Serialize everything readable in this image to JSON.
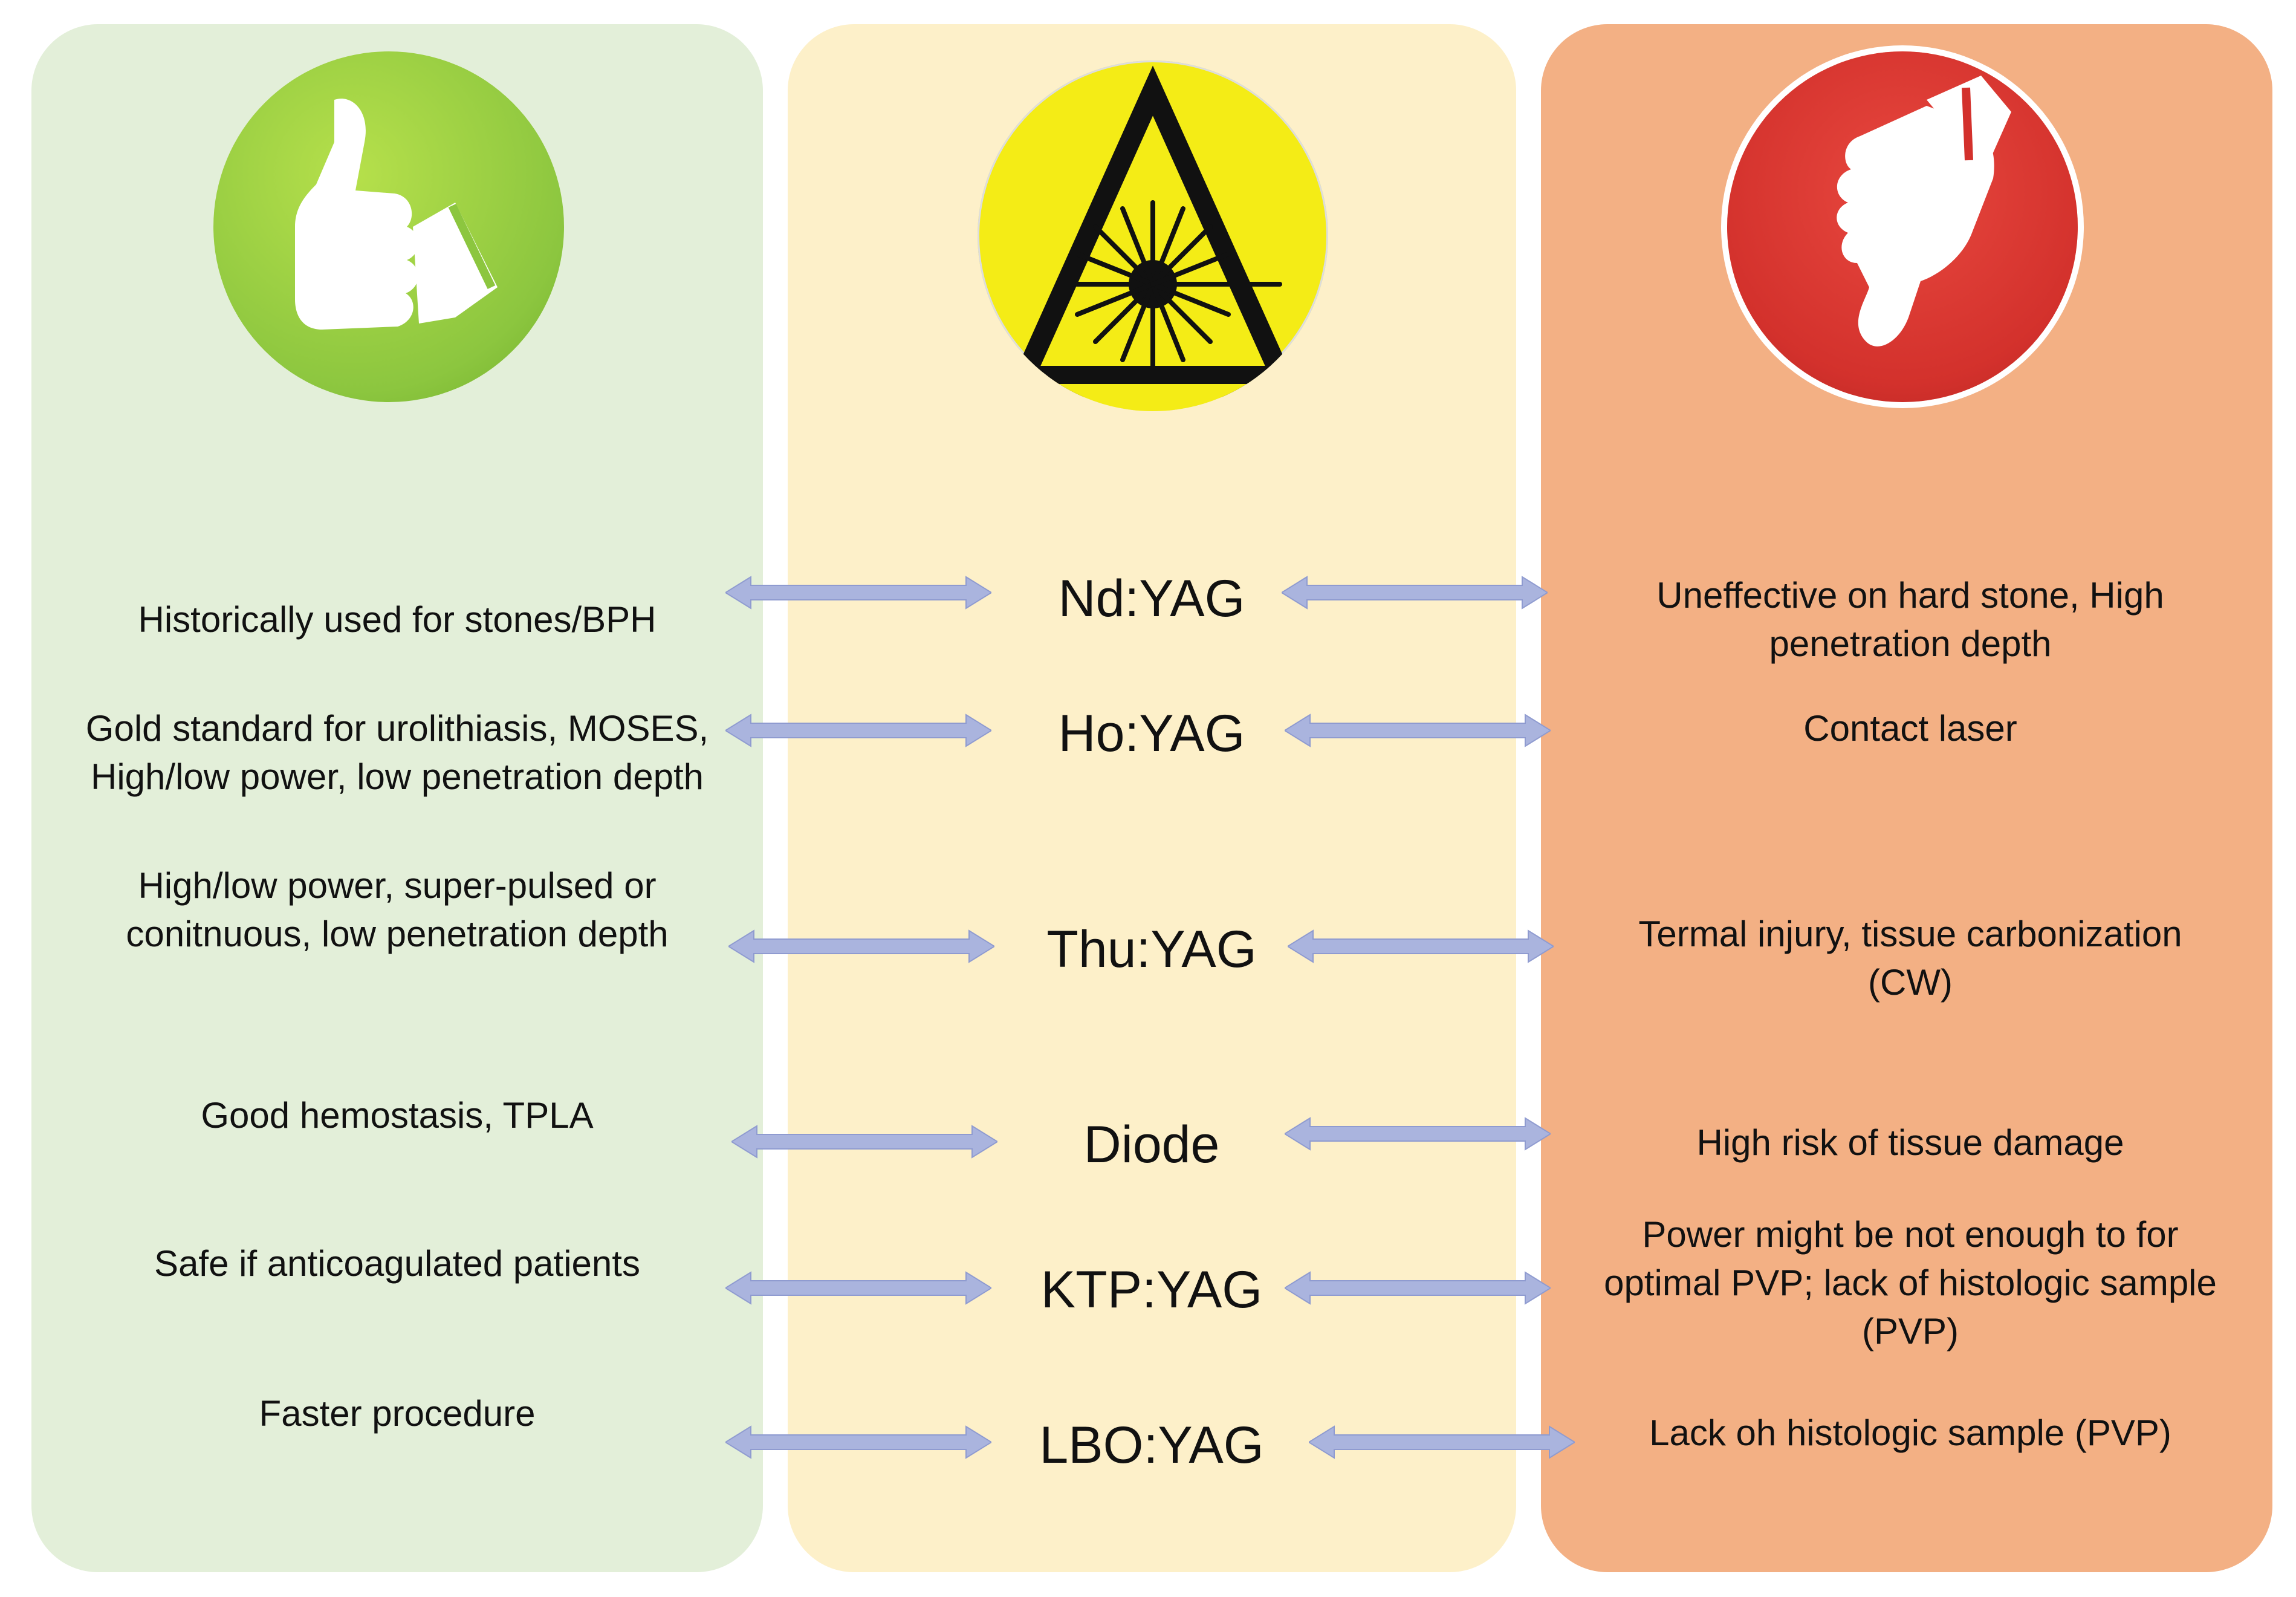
{
  "icons": {
    "pros": "thumbs-up-icon",
    "center": "laser-warning-icon",
    "cons": "thumbs-down-icon"
  },
  "colors": {
    "pros_panel": "#e3efd9",
    "lasers_panel": "#fdf0c9",
    "cons_panel": "#f3b084",
    "thumb_up": "#8cc63f",
    "laser_sign": "#f4ec16",
    "thumb_down": "#d3312c",
    "arrow": "#aab4de"
  },
  "rows": [
    {
      "laser": "Nd:YAG",
      "pro": [
        "Historically used for stones/BPH"
      ],
      "con": [
        "Uneffective on hard stone, High",
        "penetration depth"
      ]
    },
    {
      "laser": "Ho:YAG",
      "pro": [
        "Gold standard for urolithiasis, MOSES,",
        "High/low power, low penetration depth"
      ],
      "con": [
        "Contact laser"
      ]
    },
    {
      "laser": "Thu:YAG",
      "pro": [
        "High/low power, super-pulsed or",
        "conitnuous, low penetration depth"
      ],
      "con": [
        "Termal injury, tissue carbonization",
        "(CW)"
      ]
    },
    {
      "laser": "Diode",
      "pro": [
        "Good hemostasis, TPLA"
      ],
      "con": [
        "High risk of tissue damage"
      ]
    },
    {
      "laser": "KTP:YAG",
      "pro": [
        "Safe if anticoagulated patients"
      ],
      "con": [
        "Power might be not enough to for",
        "optimal PVP; lack of histologic sample",
        "(PVP)"
      ]
    },
    {
      "laser": "LBO:YAG",
      "pro": [
        "Faster procedure"
      ],
      "con": [
        "Lack oh histologic sample (PVP)"
      ]
    }
  ]
}
